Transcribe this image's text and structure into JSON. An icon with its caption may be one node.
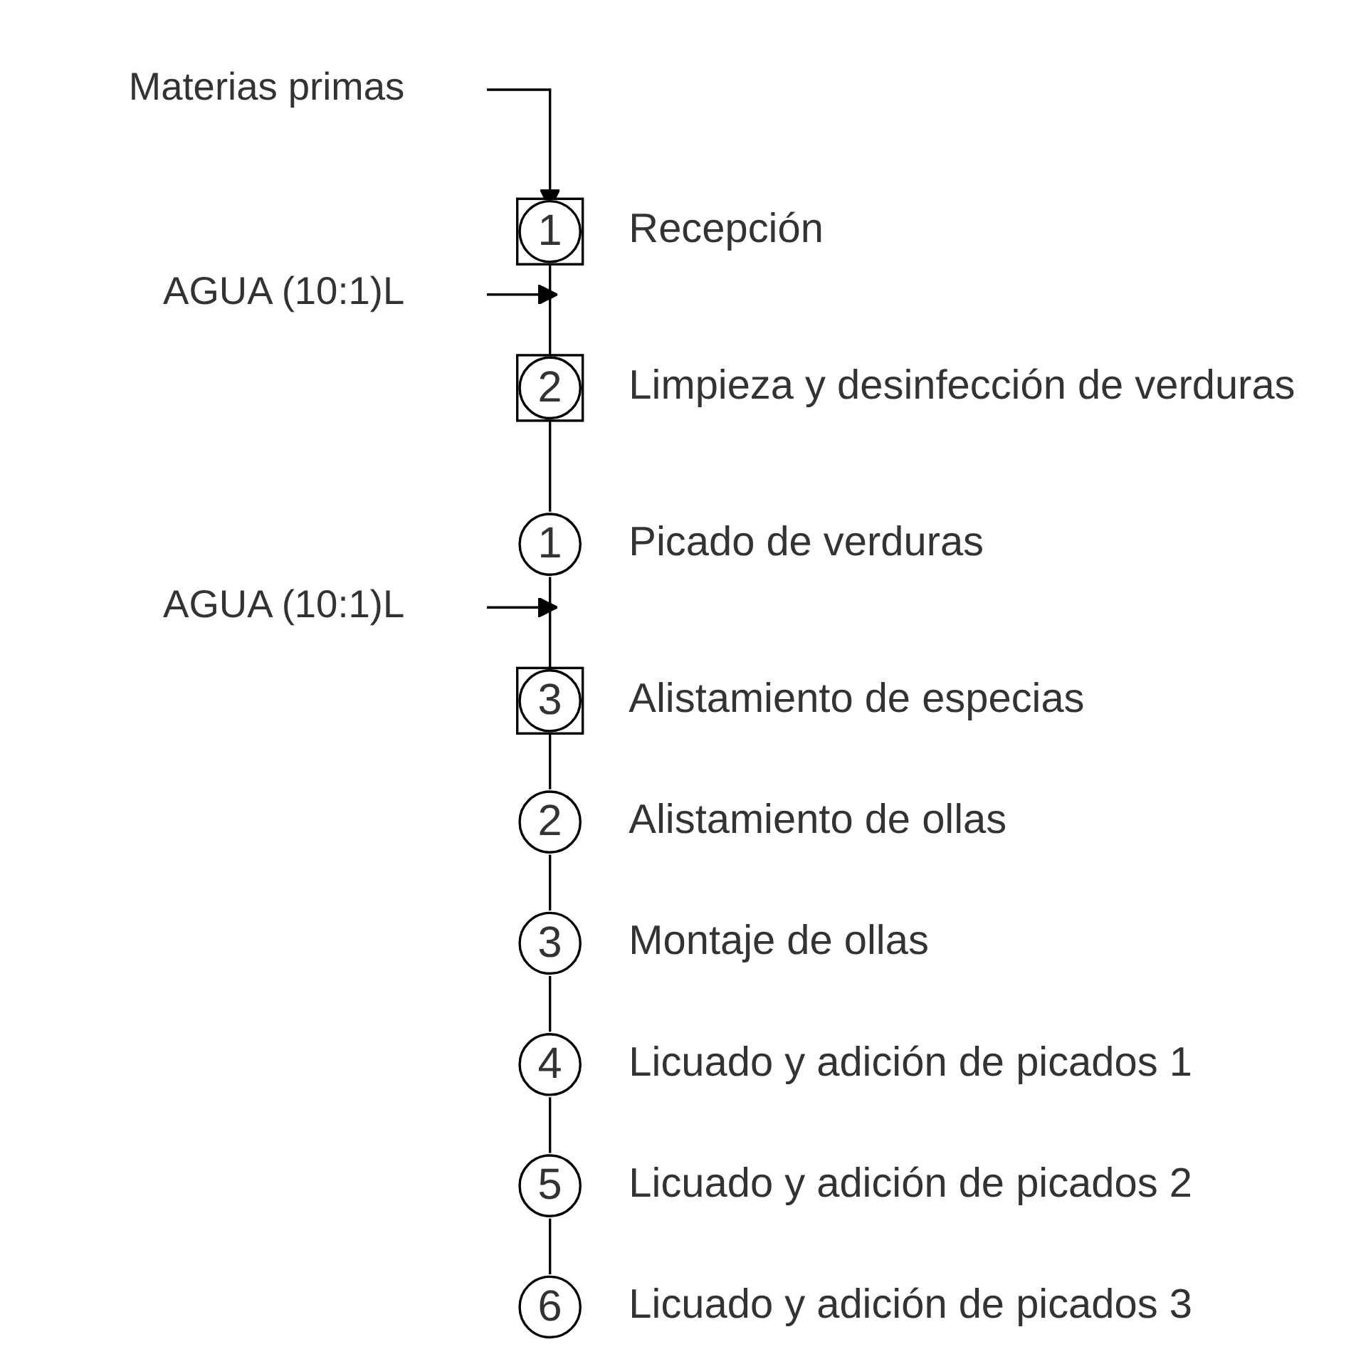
{
  "diagram": {
    "nodes": [
      {
        "text": [
          "Materias primas"
        ]
      },
      {
        "text": [
          "1"
        ],
        "beside": [
          "Recepción"
        ]
      },
      {
        "text": [
          "AGUA (10:1)L"
        ]
      },
      {
        "text": [
          "2"
        ],
        "beside": [
          "Limpieza y desinfección de verduras"
        ]
      },
      {
        "text": [
          "1"
        ],
        "beside": [
          "Picado de verduras"
        ]
      },
      {
        "text": [
          "AGUA (10:1)L"
        ]
      },
      {
        "text": [
          "3"
        ],
        "beside": [
          "Alistamiento de especias"
        ]
      },
      {
        "text": [
          "2"
        ],
        "beside": [
          "Alistamiento de ollas"
        ]
      },
      {
        "text": [
          "3"
        ],
        "beside": [
          "Montaje de ollas"
        ]
      },
      {
        "text": [
          "4"
        ],
        "beside": [
          "Licuado y adición de picados 1"
        ]
      },
      {
        "text": [
          "5"
        ],
        "beside": [
          "Licuado y adición de picados 2"
        ]
      },
      {
        "text": [
          "6"
        ],
        "beside": [
          "Licuado y adición de picados 3"
        ]
      }
    ],
    "edges": [
      {
        "from": 0,
        "to": 1,
        "arrow": "to"
      },
      {
        "from": 1,
        "to": 3,
        "arrow": "none"
      },
      {
        "from": 2,
        "to": 3,
        "arrow": "to"
      },
      {
        "from": 3,
        "to": 4,
        "arrow": "none"
      },
      {
        "from": 4,
        "to": 6,
        "arrow": "none"
      },
      {
        "from": 5,
        "to": 6,
        "arrow": "to"
      },
      {
        "from": 6,
        "to": 7,
        "arrow": "none"
      },
      {
        "from": 7,
        "to": 8,
        "arrow": "none"
      },
      {
        "from": 8,
        "to": 9,
        "arrow": "none"
      },
      {
        "from": 9,
        "to": 10,
        "arrow": "none"
      },
      {
        "from": 10,
        "to": 11,
        "arrow": "none"
      }
    ]
  }
}
